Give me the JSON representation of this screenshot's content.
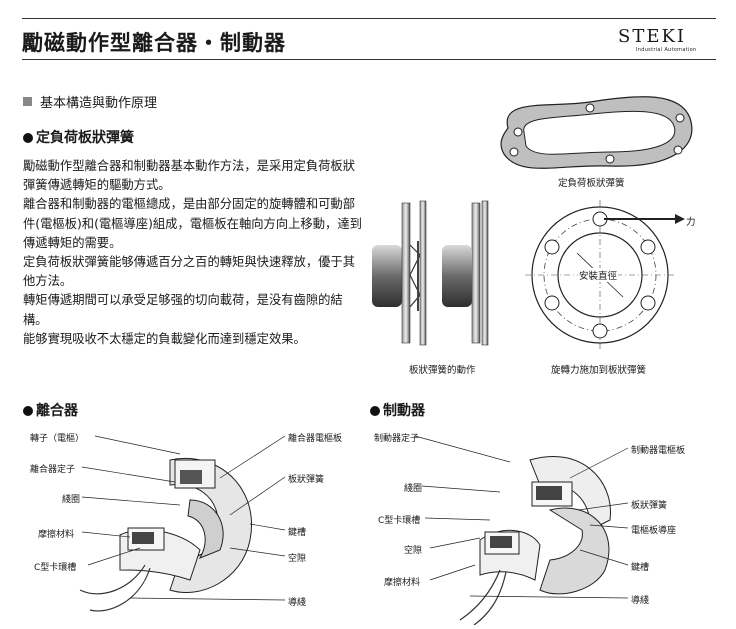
{
  "header": {
    "title": "勵磁動作型離合器・制動器",
    "logo_text": "STEKI",
    "logo_subtext": "Industrial Automation"
  },
  "section": {
    "title": "基本構造與動作原理"
  },
  "spring": {
    "heading": "定負荷板狀彈簧",
    "paragraphs": [
      "勵磁動作型離合器和制動器基本動作方法，是采用定負荷板狀彈簧傳遞轉矩的驅動方式。",
      "離合器和制動器的電樞總成，是由部分固定的旋轉體和可動部件(電樞板)和(電樞導座)組成，電樞板在軸向方向上移動，達到傳遞轉矩的需要。",
      "定負荷板狀彈簧能够傳遞百分之百的轉矩與快速釋放，優于其他方法。",
      "轉矩傳遞期間可以承受足够强的切向載荷，是没有齒隙的結構。",
      "能够實現吸收不太穩定的負載變化而達到穩定效果。"
    ],
    "fig_spring_caption": "定負荷板狀彈簧",
    "fig_action_caption": "板狀彈簧的動作",
    "fig_force_caption": "旋轉力施加到板狀彈簧",
    "force_label": "力",
    "diameter_label": "安裝直徑"
  },
  "clutch": {
    "heading": "離合器",
    "labels": {
      "rotor": "轉子（電樞）",
      "stator": "離合器定子",
      "coil": "綫圈",
      "friction": "摩擦材料",
      "c_groove": "C型卡環槽",
      "armature_plate": "離合器電樞板",
      "leaf_spring": "板狀彈簧",
      "keyway": "鍵槽",
      "gap": "空隙",
      "lead_wire": "導綫"
    }
  },
  "brake": {
    "heading": "制動器",
    "labels": {
      "stator": "制動器定子",
      "coil": "綫圈",
      "c_groove": "C型卡環槽",
      "gap": "空隙",
      "friction": "摩擦材料",
      "armature_plate": "制動器電樞板",
      "leaf_spring": "板狀彈簧",
      "armature_hub": "電樞板導座",
      "keyway": "鍵槽",
      "lead_wire": "導綫"
    }
  }
}
